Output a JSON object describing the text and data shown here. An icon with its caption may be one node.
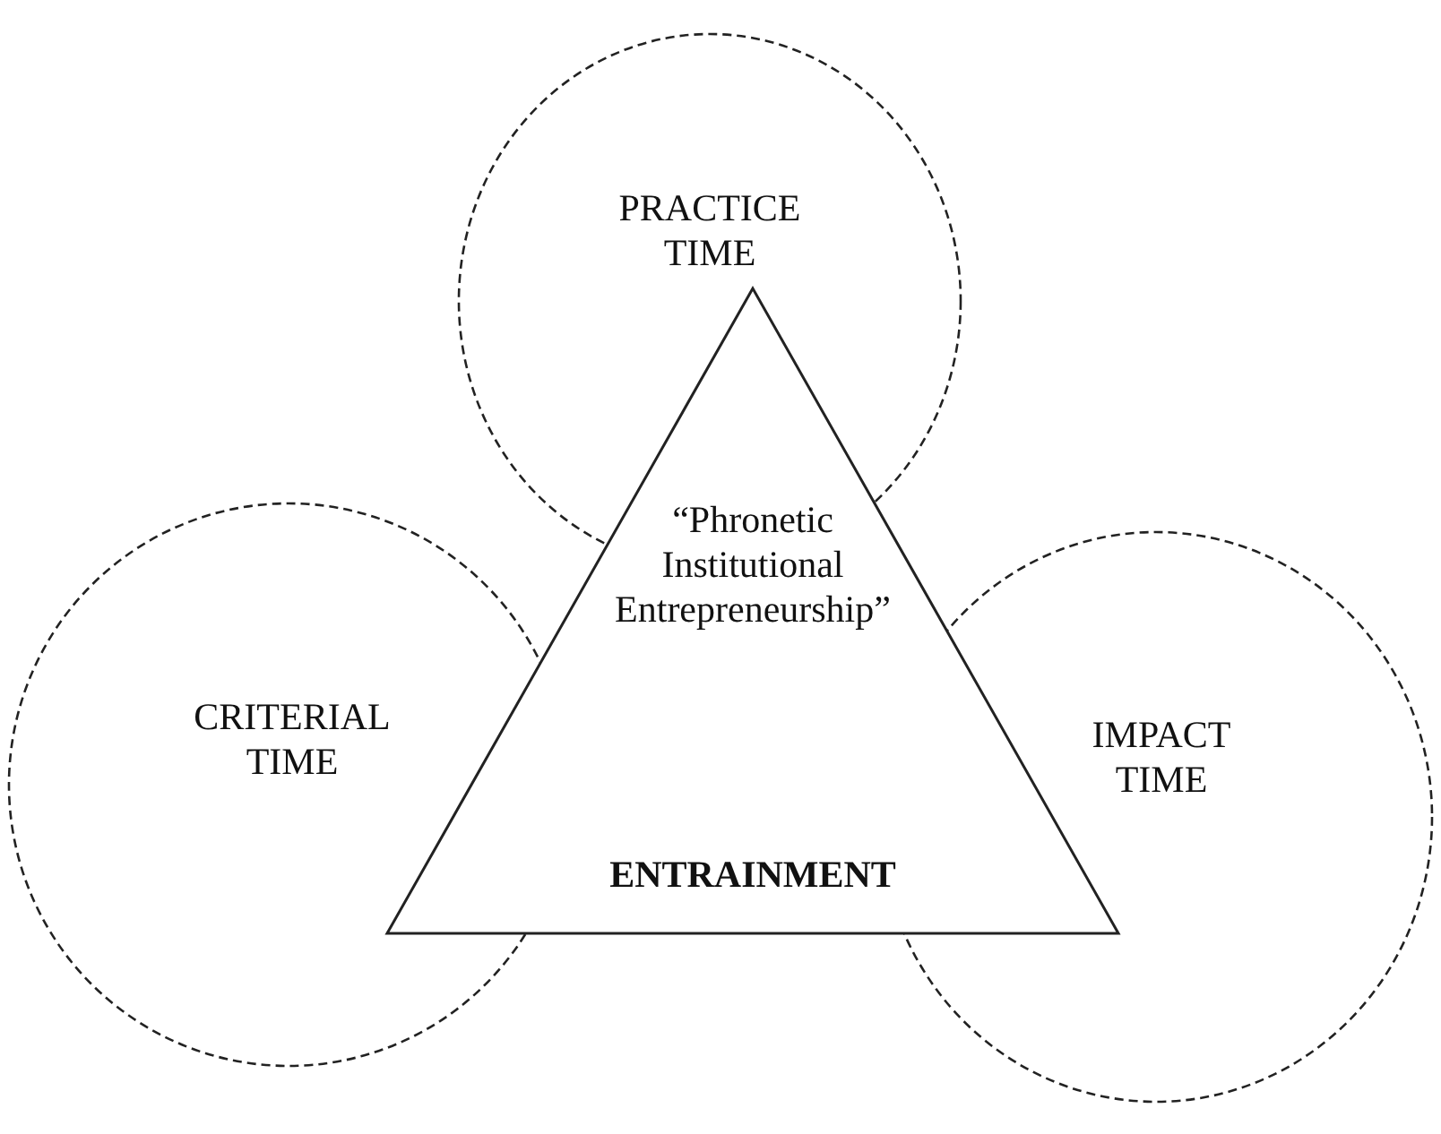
{
  "diagram": {
    "nodes": [
      {
        "text": [
          "PRACTICE TIME"
        ]
      },
      {
        "text": [
          "CRITERIAL TIME"
        ]
      },
      {
        "text": [
          "“Phronetic Institutional Entrepreneurship”",
          "ENTRAINMENT"
        ]
      },
      {
        "text": [
          "IMPACT TIME"
        ]
      }
    ]
  }
}
